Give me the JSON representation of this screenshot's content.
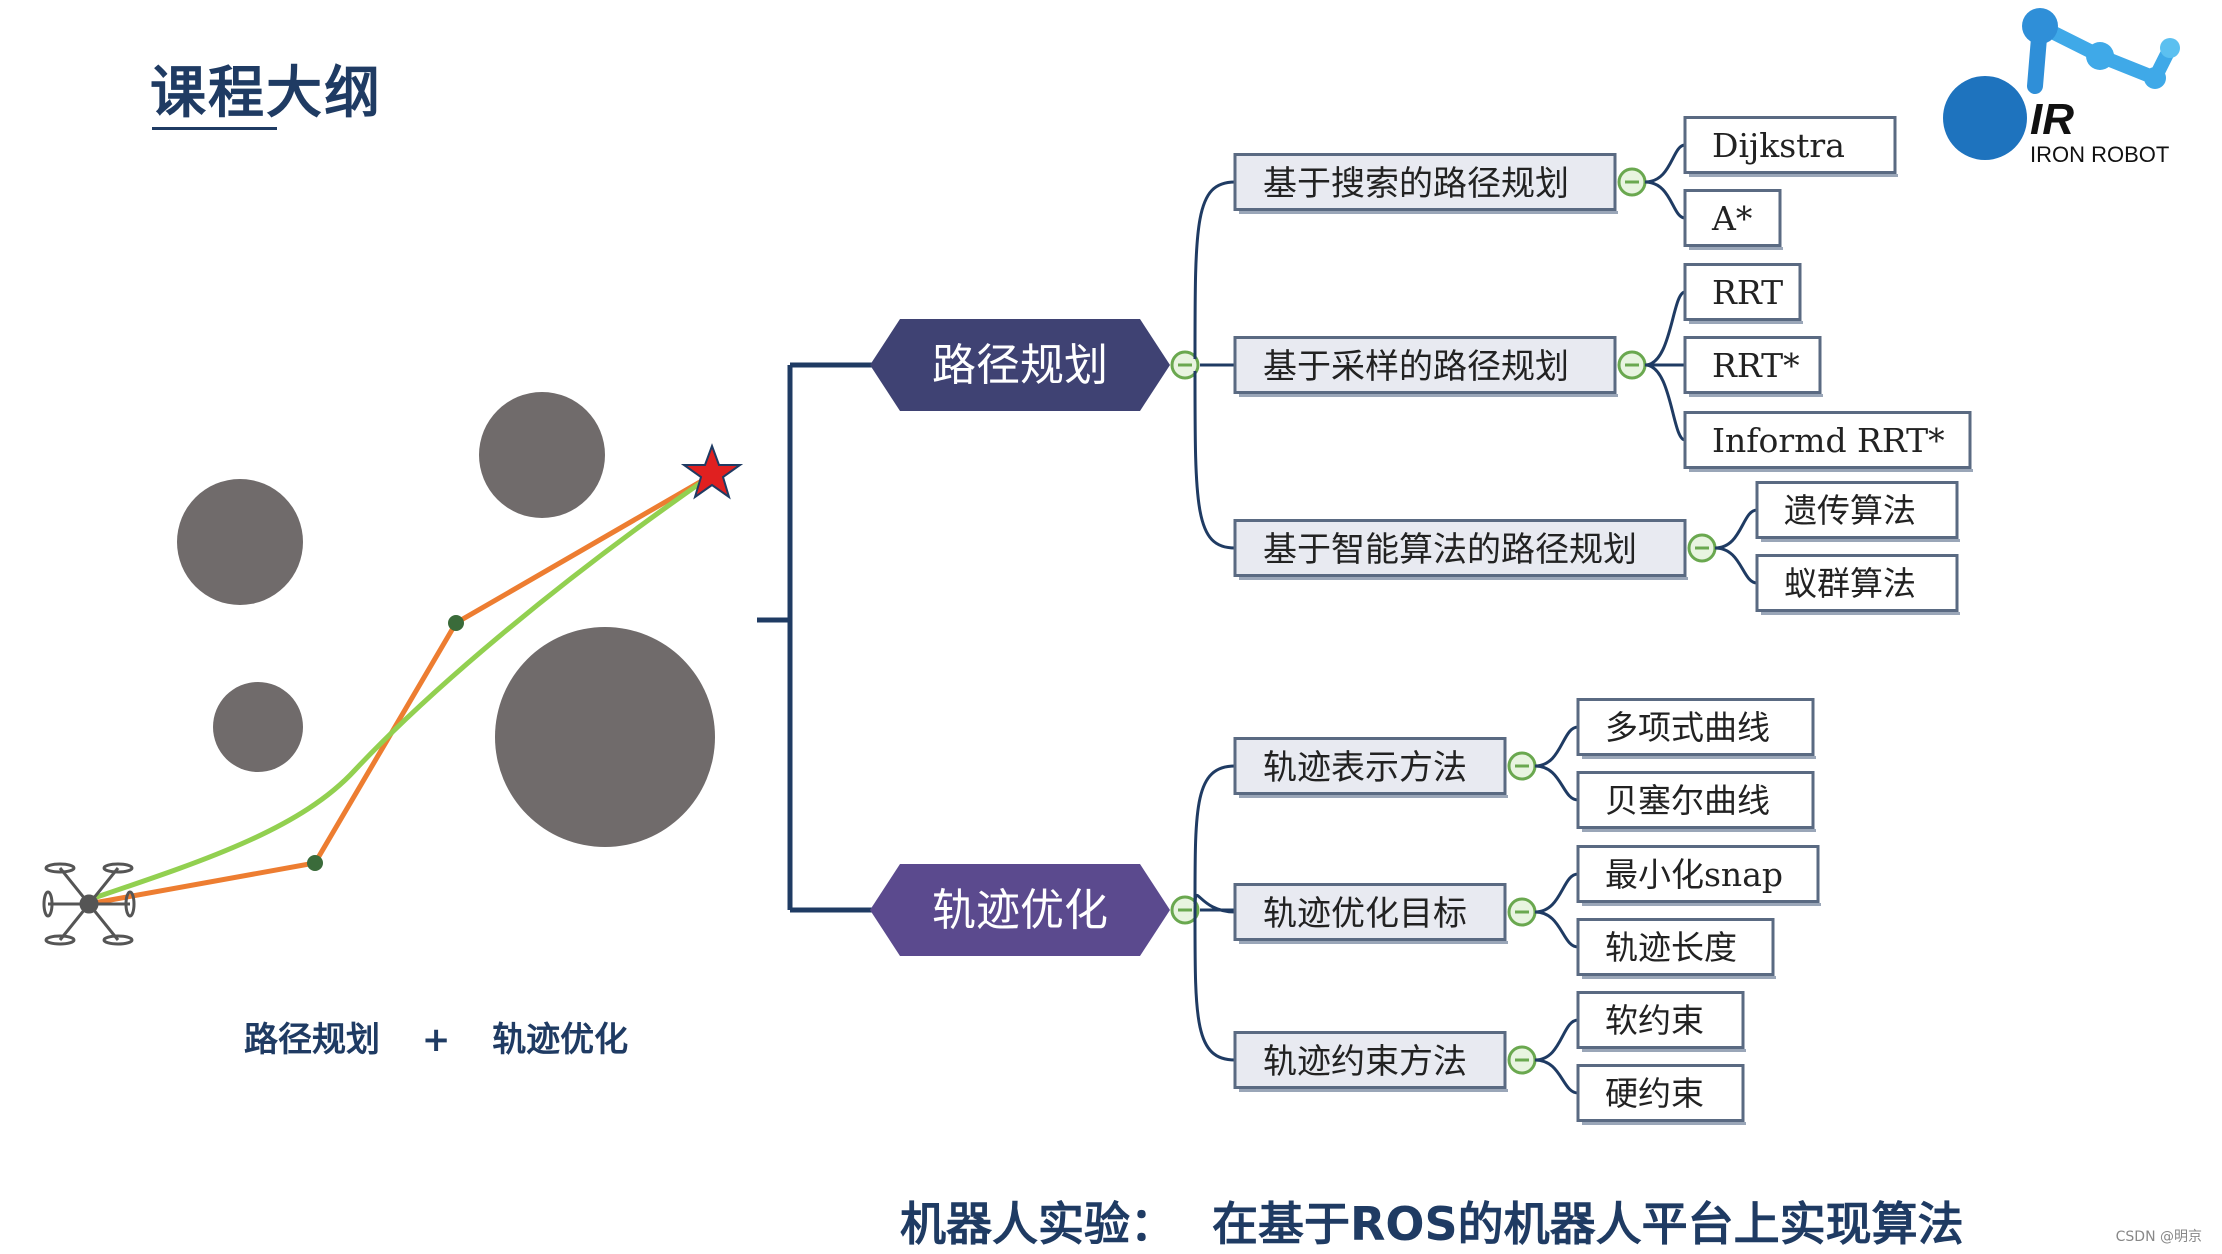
{
  "page": {
    "title": "课程大纲",
    "caption": {
      "left": "路径规划",
      "plus": "+",
      "right": "轨迹优化"
    },
    "footer": {
      "prefix": "机器人实验：",
      "text": "在基于ROS的机器人平台上实现算法"
    },
    "watermark": "CSDN @明京"
  },
  "logo": {
    "mark": "IR",
    "name": "IRON ROBOT"
  },
  "mindmap": {
    "categories": [
      {
        "label": "路径规划",
        "color": "#3f4273",
        "groups": [
          {
            "label": "基于搜索的路径规划",
            "items": [
              "Dijkstra",
              "A*"
            ]
          },
          {
            "label": "基于采样的路径规划",
            "items": [
              "RRT",
              "RRT*",
              "Informd RRT*"
            ]
          },
          {
            "label": "基于智能算法的路径规划",
            "items": [
              "遗传算法",
              "蚁群算法"
            ]
          }
        ]
      },
      {
        "label": "轨迹优化",
        "color": "#5b4a8e",
        "groups": [
          {
            "label": "轨迹表示方法",
            "items": [
              "多项式曲线",
              "贝塞尔曲线"
            ]
          },
          {
            "label": "轨迹优化目标",
            "items": [
              "最小化snap",
              "轨迹长度"
            ]
          },
          {
            "label": "轨迹约束方法",
            "items": [
              "软约束",
              "硬约束"
            ]
          }
        ]
      }
    ]
  },
  "colors": {
    "title": "#1f3b63",
    "connector": "#1f3b63",
    "node_fill": "#e8eaf1",
    "node_border": "#5a6a82",
    "obstacle": "#706b6b",
    "path_orange": "#ed7d31",
    "path_green": "#92d050",
    "waypoint": "#3a6b3a",
    "goal_star": "#e02020",
    "logo_blue": "#1e73be",
    "logo_light": "#3fa9e8"
  }
}
